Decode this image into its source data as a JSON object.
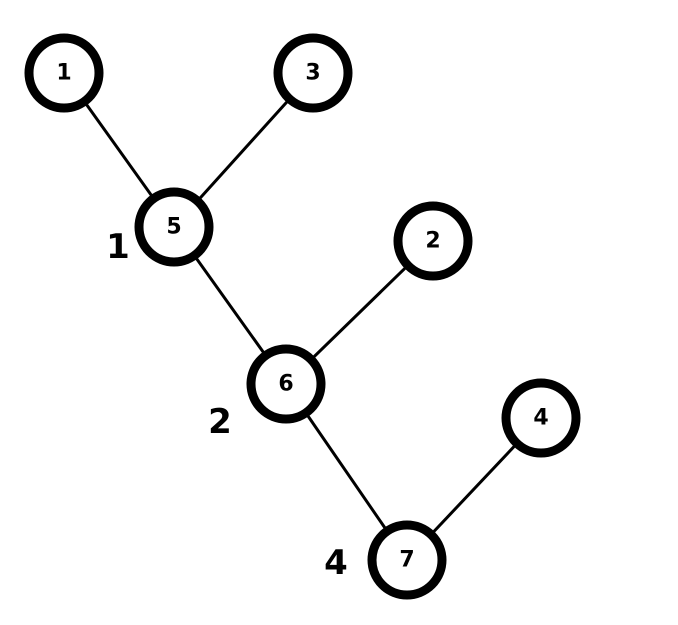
{
  "diagram": {
    "type": "tree",
    "nodes": [
      {
        "id": "n1",
        "label": "1"
      },
      {
        "id": "n3",
        "label": "3"
      },
      {
        "id": "n5",
        "label": "5",
        "weight": "1"
      },
      {
        "id": "n2",
        "label": "2"
      },
      {
        "id": "n6",
        "label": "6",
        "weight": "2"
      },
      {
        "id": "n4",
        "label": "4"
      },
      {
        "id": "n7",
        "label": "7",
        "weight": "4"
      }
    ],
    "edges": [
      {
        "from": "n1",
        "to": "n5"
      },
      {
        "from": "n3",
        "to": "n5"
      },
      {
        "from": "n5",
        "to": "n6"
      },
      {
        "from": "n2",
        "to": "n6"
      },
      {
        "from": "n6",
        "to": "n7"
      },
      {
        "from": "n4",
        "to": "n7"
      }
    ]
  }
}
